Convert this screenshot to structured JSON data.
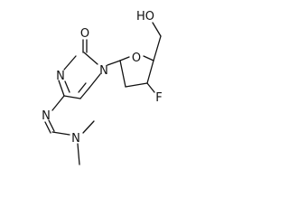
{
  "molecule": {
    "atoms": {
      "ring_oxygen": "O",
      "carbonyl_oxygen": "O",
      "pyrimidine_n3": "N",
      "pyrimidine_n1": "N",
      "imine_n": "N",
      "amine_n": "N",
      "fluorine": "F",
      "hydroxyl": "HO"
    }
  }
}
